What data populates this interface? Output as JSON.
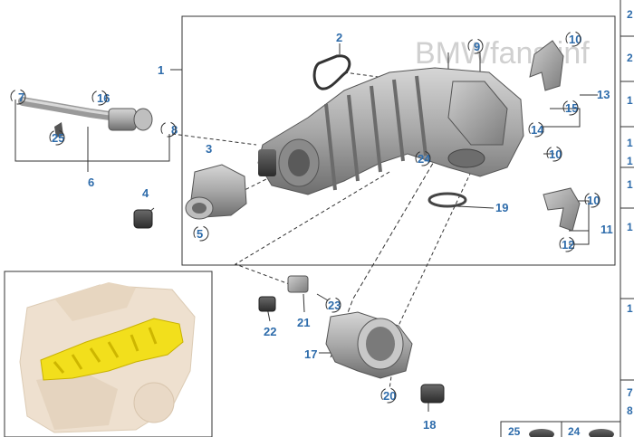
{
  "watermark": "BMWfans.inf",
  "callouts": {
    "c1": "1",
    "c2": "2",
    "c3": "3",
    "c4": "4",
    "c5": "5",
    "c6": "6",
    "c7": "7",
    "c8": "8",
    "c9": "9",
    "c10": "10",
    "c10b": "10",
    "c10c": "10",
    "c11": "11",
    "c12": "12",
    "c13": "13",
    "c14": "14",
    "c15": "15",
    "c16": "16",
    "c17": "17",
    "c18": "18",
    "c19": "19",
    "c20": "20",
    "c21": "21",
    "c22": "22",
    "c23": "23",
    "c24": "24",
    "c25": "25"
  },
  "side_table": {
    "rows": [
      "2",
      "2",
      "1",
      "1",
      "1",
      "1",
      "1",
      "7",
      "8",
      "1"
    ]
  },
  "bottom_table": {
    "cells": [
      "25",
      "24"
    ]
  },
  "colors": {
    "callout": "#2e6cab",
    "highlight": "#f2df1c",
    "part": "#9a9a9a"
  }
}
